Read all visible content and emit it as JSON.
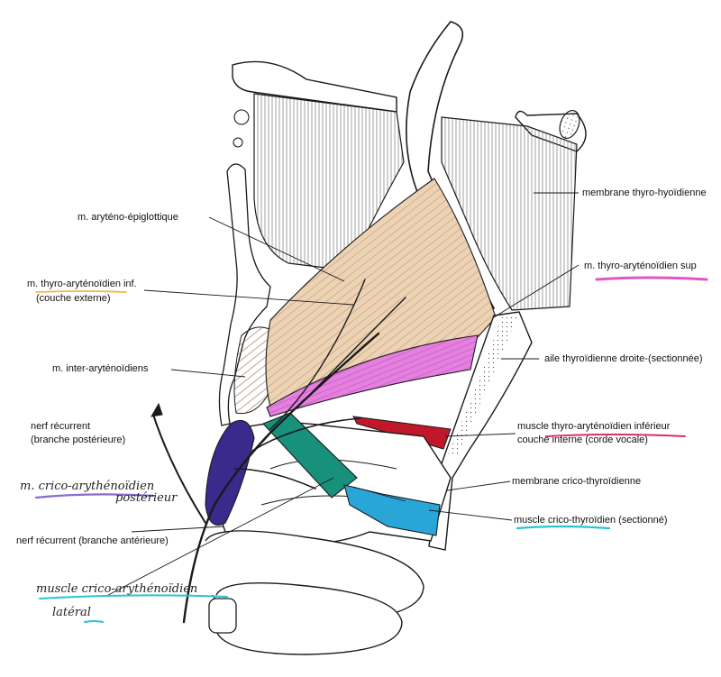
{
  "title": "",
  "colors": {
    "paper": "#ffffff",
    "ink": "#1a1a1a",
    "membrane_hatch": "#7a7a7a",
    "muscle_tan": "#edd3b4",
    "muscle_pink": "#e57fe0",
    "muscle_red": "#c0182a",
    "muscle_teal": "#17907c",
    "muscle_blue": "#28a6d8",
    "muscle_purple": "#3a2a8c",
    "underline_pink": "#e056c8",
    "underline_orange": "#f2b64a",
    "underline_purple": "#8a6ad0",
    "underline_cyan": "#28c4d0",
    "underline_red": "#d83068"
  },
  "labels": {
    "membrane_thyro_hyoidienne": "membrane thyro-hyoïdienne",
    "m_aryteno_epiglottique": "m. aryténo-épiglottique",
    "m_thyro_arytenoidien_sup": "m. thyro-aryténoïdien sup",
    "m_thyro_arytenoidien_inf_line1": "m. thyro-aryténoïdien inf.",
    "m_thyro_arytenoidien_inf_line2": "(couche externe)",
    "aile_thyroidienne": "aile thyroïdienne droite-(sectionnée)",
    "m_inter_arytenoidiens": "m. inter-aryténoïdiens",
    "nerf_recurrent_post_line1": "nerf récurrent",
    "nerf_recurrent_post_line2": "(branche postérieure)",
    "muscle_thyro_aryt_inf_line1": "muscle thyro-aryténoïdien inférieur",
    "muscle_thyro_aryt_inf_line2": "couche interne (corde vocale)",
    "membrane_crico_thyroidienne": "membrane crico-thyroïdienne",
    "muscle_crico_thyroidien": "muscle crico-thyroïdien (sectionné)",
    "nerf_recurrent_ant": "nerf récurrent (branche antérieure)"
  },
  "handwritten": {
    "crico_aryt_posterieur_line1": "m. crico-arythénoïdien",
    "crico_aryt_posterieur_line2": "postérieur",
    "crico_aryt_lateral_line1": "muscle crico-arythénoïdien",
    "crico_aryt_lateral_line2": "latéral"
  }
}
